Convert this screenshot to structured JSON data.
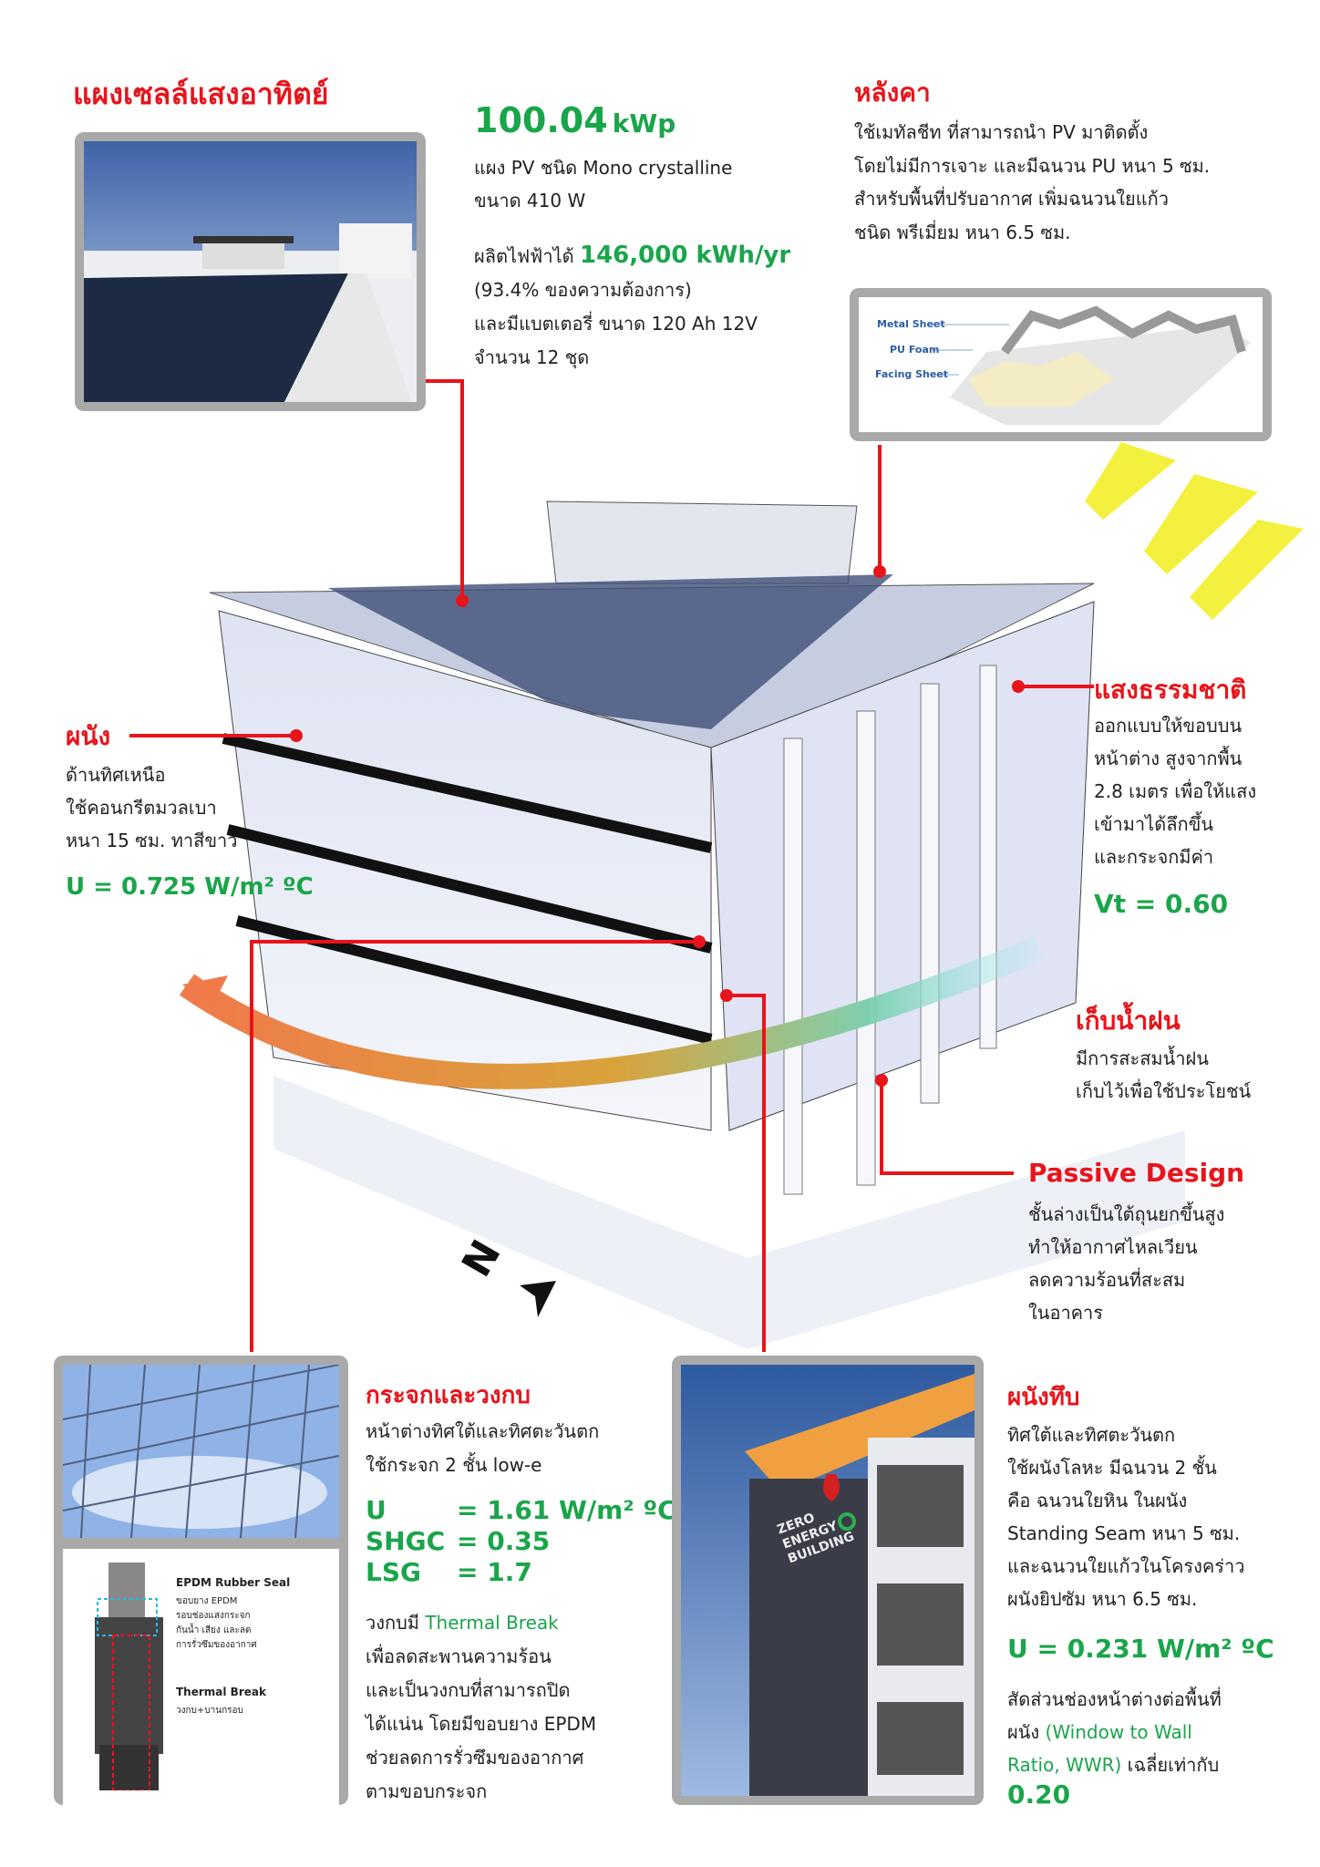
{
  "solar": {
    "title": "แผงเซลล์แสงอาทิตย์",
    "power": "100.04",
    "power_unit": "kWp",
    "lines": [
      "แผง PV ชนิด Mono crystalline",
      "ขนาด 410 W"
    ],
    "produce_label": "ผลิตไฟฟ้าได้",
    "produce_value": "146,000 kWh/yr",
    "lines2": [
      "(93.4% ของความต้องการ)",
      "และมีแบตเตอรี่ ขนาด 120 Ah 12V",
      "จำนวน 12 ชุด"
    ]
  },
  "roof": {
    "title": "หลังคา",
    "lines": [
      "ใช้เมทัลชีท ที่สามารถนำ PV มาติดตั้ง",
      "โดยไม่มีการเจาะ และมีฉนวน PU หนา 5 ซม.",
      "สำหรับพื้นที่ปรับอากาศ เพิ่มฉนวนใยแก้ว",
      "ชนิด พรีเมี่ยม หนา 6.5 ซม."
    ],
    "diagram_labels": [
      "Metal Sheet",
      "PU Foam",
      "Facing Sheet"
    ]
  },
  "wall": {
    "title": "ผนัง",
    "lines": [
      "ด้านทิศเหนือ",
      "ใช้คอนกรีตมวลเบา",
      "หนา 15 ซม. ทาสีขาว"
    ],
    "u_value": "U = 0.725 W/m² ºC"
  },
  "daylight": {
    "title": "แสงธรรมชาติ",
    "lines": [
      "ออกแบบให้ขอบบน",
      "หน้าต่าง สูงจากพื้น",
      "2.8 เมตร เพื่อให้แสง",
      "เข้ามาได้ลึกขึ้น",
      "และกระจกมีค่า"
    ],
    "vt": "Vt = 0.60"
  },
  "rain": {
    "title": "เก็บน้ำฝน",
    "lines": [
      "มีการสะสมน้ำฝน",
      "เก็บไว้เพื่อใช้ประโยชน์"
    ]
  },
  "passive": {
    "title": "Passive Design",
    "lines": [
      "ชั้นล่างเป็นใต้ถุนยกขึ้นสูง",
      "ทำให้อากาศไหลเวียน",
      "ลดความร้อนที่สะสม",
      "ในอาคาร"
    ]
  },
  "north": {
    "label": "N"
  },
  "glass": {
    "title": "กระจกและวงกบ",
    "lines": [
      "หน้าต่างทิศใต้และทิศตะวันตก",
      "ใช้กระจก 2 ชั้น low-e"
    ],
    "specs": [
      {
        "k": "U",
        "v": "= 1.61 W/m² ºC"
      },
      {
        "k": "SHGC",
        "v": "= 0.35"
      },
      {
        "k": "LSG",
        "v": "= 1.7"
      }
    ],
    "frame_prefix": "วงกบมี",
    "frame_highlight": "Thermal Break",
    "lines2": [
      "เพื่อลดสะพานความร้อน",
      "และเป็นวงกบที่สามารถปิด",
      "ได้แน่น โดยมีขอบยาง EPDM",
      "ช่วยลดการรั่วซึมของอากาศ",
      "ตามขอบกระจก"
    ],
    "seal_title": "EPDM Rubber Seal",
    "seal_lines": [
      "ขอบยาง EPDM",
      "รอบช่องแสงกระจก",
      "กันน้ำ เสียง และลด",
      "การรั่วซึมของอากาศ"
    ],
    "break_title": "Thermal Break",
    "break_lines": [
      "วงกบ+บานกรอบ"
    ]
  },
  "solid": {
    "title": "ผนังทึบ",
    "lines": [
      "ทิศใต้และทิศตะวันตก",
      "ใช้ผนังโลหะ มีฉนวน 2 ชั้น",
      "คือ ฉนวนใยหิน ในผนัง",
      "Standing Seam หนา 5 ซม.",
      "และฉนวนใยแก้วในโครงคร่าว",
      "ผนังยิปซัม หนา 6.5 ซม."
    ],
    "u_value": "U  =  0.231 W/m² ºC",
    "wwr_prefix": "สัดส่วนช่องหน้าต่างต่อพื้นที่",
    "wwr_p2": "ผนัง",
    "wwr_hl1": "(Window to Wall",
    "wwr_hl2": "Ratio, WWR)",
    "wwr_suffix": "เฉลี่ยเท่ากับ",
    "wwr_value": "0.20",
    "sign": [
      "ZERO",
      "ENERGY",
      "BUILDING"
    ]
  },
  "colors": {
    "red": "#e8141b",
    "green": "#1aa54a"
  }
}
